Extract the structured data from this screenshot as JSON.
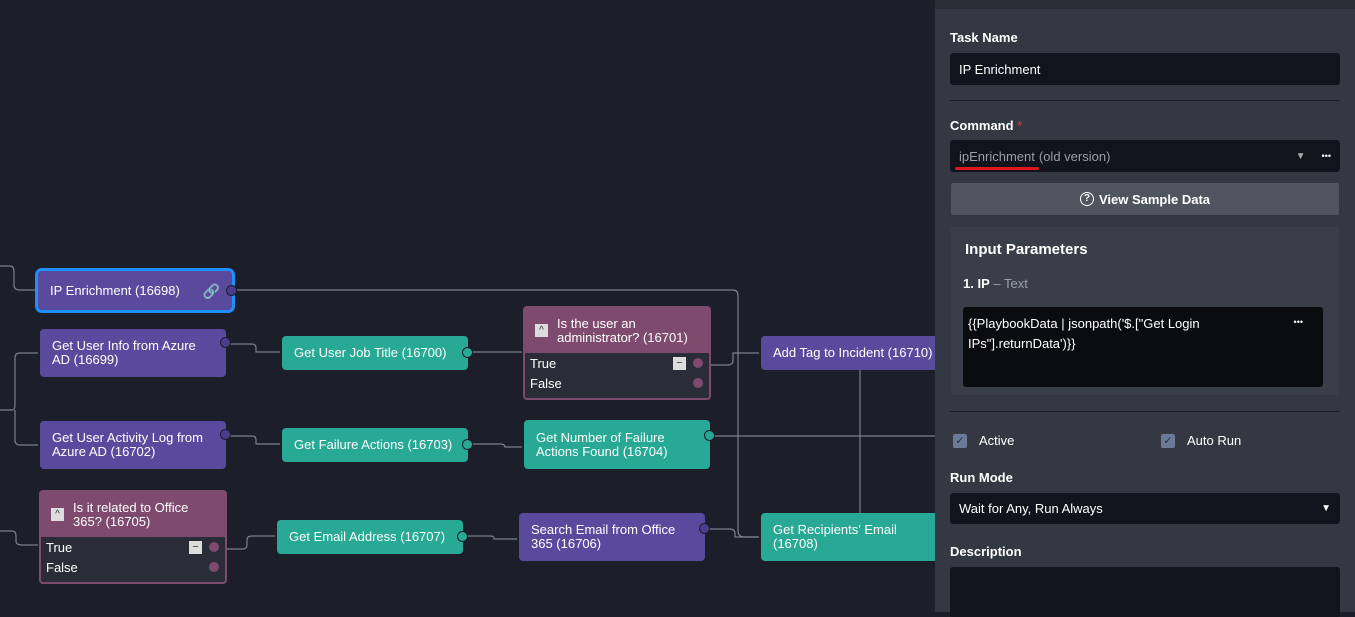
{
  "canvas": {
    "nodes": {
      "ip_enrichment": "IP Enrichment (16698)",
      "get_user_info": "Get User Info from Azure AD (16699)",
      "get_activity_log": "Get User Activity Log from Azure AD (16702)",
      "office365": "Is it related to Office 365? (16705)",
      "job_title": "Get User Job Title (16700)",
      "failure_actions": "Get Failure Actions (16703)",
      "email_address": "Get Email Address (16707)",
      "is_admin": "Is the user an administrator? (16701)",
      "num_failure": "Get Number of Failure Actions Found (16704)",
      "search_email": "Search Email from Office 365 (16706)",
      "add_tag": "Add Tag to Incident (16710)",
      "recipients": "Get Recipients' Email (16708)"
    },
    "true_label": "True",
    "false_label": "False",
    "colors": {
      "action": "#5a4a9e",
      "transform": "#27a996",
      "condition": "#7e4a6d",
      "selected": "#1e8fff"
    }
  },
  "panel": {
    "task_name_label": "Task Name",
    "task_name_value": "IP Enrichment",
    "command_label": "Command",
    "required_mark": "*",
    "command_value": "ipEnrichment",
    "command_suffix": "(old version)",
    "more": "•••",
    "view_sample": "View Sample Data",
    "input_params_title": "Input Parameters",
    "param_name": "1. IP",
    "param_type": "– Text",
    "param_value": "{{PlaybookData | jsonpath('$.[\"Get Login IPs\"].returnData')}}",
    "active_label": "Active",
    "active": true,
    "auto_run_label": "Auto Run",
    "auto_run": true,
    "run_mode_label": "Run Mode",
    "run_mode_value": "Wait for Any, Run Always",
    "description_label": "Description"
  }
}
